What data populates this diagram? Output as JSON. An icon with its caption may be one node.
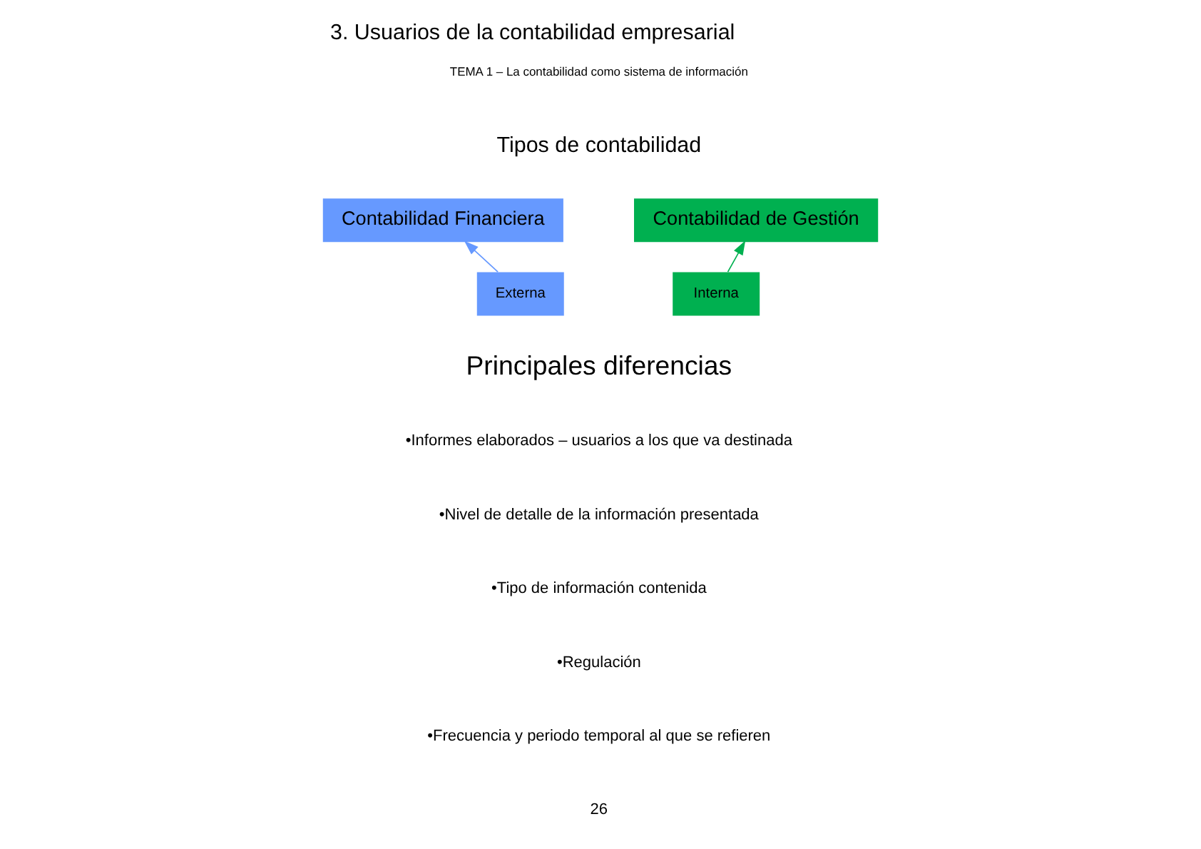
{
  "diagram": {
    "title": "3. Usuarios de la contabilidad empresarial",
    "nodes": [
      {
        "text": [
          "Contabilidad Financiera"
        ]
      },
      {
        "text": [
          "Contabilidad de Gestión"
        ]
      },
      {
        "text": [
          "Externa"
        ]
      },
      {
        "text": [
          "Interna"
        ]
      }
    ],
    "edges": [
      {
        "from": 2,
        "to": 0,
        "arrow": "to",
        "color": "#6699ff"
      },
      {
        "from": 3,
        "to": 1,
        "arrow": "to",
        "color": "#00b050"
      }
    ],
    "labels": [
      "TEMA 1 – La contabilidad como sistema de información",
      "Tipos de contabilidad",
      "Principales diferencias",
      "•Informes elaborados – usuarios a los que va destinada",
      "•Nivel de detalle de la información presentada",
      "•Tipo de información contenida",
      "•Regulación",
      "•Frecuencia y periodo temporal al que se refieren",
      "26"
    ]
  }
}
